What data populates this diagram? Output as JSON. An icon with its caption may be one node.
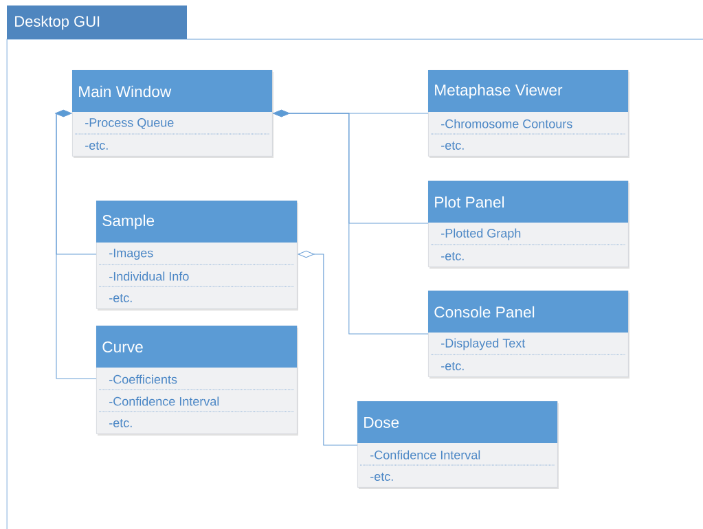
{
  "diagram": {
    "nodes": [
      {
        "text": [
          "Desktop GUI"
        ]
      },
      {
        "text": [
          "Main Window",
          "-Process Queue",
          "-etc."
        ],
        "in": 0
      },
      {
        "text": [
          "Metaphase Viewer",
          "-Chromosome Contours",
          "-etc."
        ],
        "in": 0
      },
      {
        "text": [
          "Sample",
          "-Images",
          "-Individual Info",
          "-etc."
        ],
        "in": 0
      },
      {
        "text": [
          "Plot Panel",
          "-Plotted Graph",
          "-etc."
        ],
        "in": 0
      },
      {
        "text": [
          "Console Panel",
          "-Displayed Text",
          "-etc."
        ],
        "in": 0
      },
      {
        "text": [
          "Curve",
          "-Coefficients",
          "-Confidence Interval",
          "-etc."
        ],
        "in": 0
      },
      {
        "text": [
          "Dose",
          "-Confidence Interval",
          "-etc."
        ],
        "in": 0
      }
    ],
    "edges": [
      {
        "from": 1,
        "to": 2,
        "arrow": "other"
      },
      {
        "from": 1,
        "to": 4,
        "arrow": "other"
      },
      {
        "from": 1,
        "to": 5,
        "arrow": "other"
      },
      {
        "from": 1,
        "to": 3,
        "arrow": "other"
      },
      {
        "from": 1,
        "to": 6,
        "arrow": "other"
      },
      {
        "from": 3,
        "to": 7,
        "arrow": "other"
      }
    ]
  }
}
